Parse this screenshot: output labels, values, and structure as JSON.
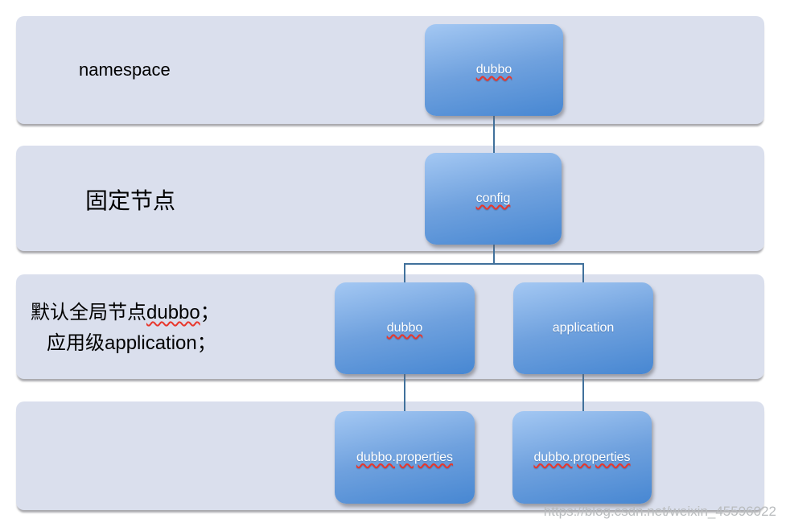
{
  "colors": {
    "band_fill": "#dadfed",
    "node_gradient_top": "#a4c8f3",
    "node_gradient_bottom": "#4787d2",
    "connector": "#41719c",
    "node_text": "#ffffff",
    "label_text": "#000000",
    "misspell_underline": "#e8372c",
    "watermark_text": "#b9bcbe"
  },
  "rows": {
    "namespace": {
      "label": "namespace"
    },
    "fixed_node": {
      "label": "固定节点"
    },
    "default_global": {
      "line1_cjk": "默认全局节点",
      "line1_latin": "dubbo",
      "line1_punct": "；",
      "line2_cjk": "应用级",
      "line2_latin": "application",
      "line2_punct": "；"
    }
  },
  "nodes": {
    "root": {
      "label": "dubbo"
    },
    "config": {
      "label": "config"
    },
    "dubbo_child": {
      "label": "dubbo"
    },
    "application": {
      "label": "application"
    },
    "props_left": {
      "label": "dubbo.properties"
    },
    "props_right": {
      "label": "dubbo.properties"
    }
  },
  "watermark": {
    "text": "https://blog.csdn.net/weixin_45596022"
  }
}
